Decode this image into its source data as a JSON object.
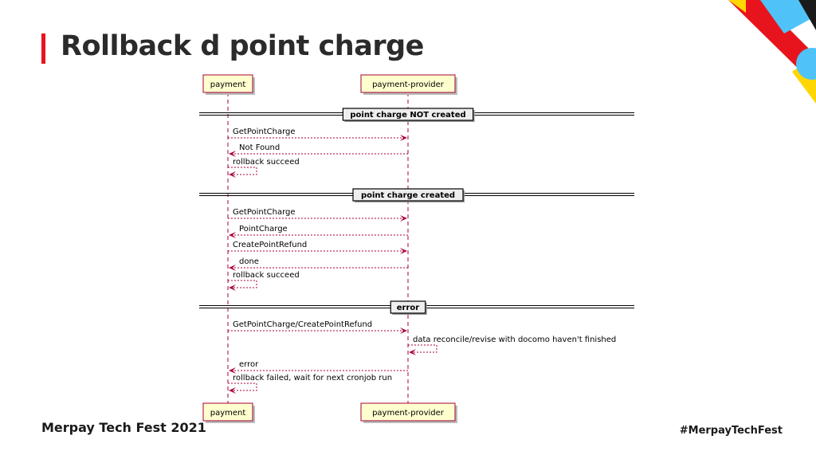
{
  "title": "Rollback d point charge",
  "footer": {
    "event": "Merpay Tech Fest  2021",
    "hashtag": "#MerpayTechFest"
  },
  "colors": {
    "accent_red": "#e8141d",
    "decor_blue": "#4fc3f7",
    "decor_yellow": "#ffd600",
    "arrow": "#a80036"
  },
  "participants": [
    {
      "id": "payment",
      "label": "payment"
    },
    {
      "id": "provider",
      "label": "payment-provider"
    }
  ],
  "groups": [
    {
      "label": "point charge NOT created"
    },
    {
      "label": "point charge created"
    },
    {
      "label": "error"
    }
  ],
  "messages": [
    {
      "from": "payment",
      "to": "provider",
      "label": "GetPointCharge",
      "group": 0
    },
    {
      "from": "provider",
      "to": "payment",
      "label": "Not Found",
      "group": 0
    },
    {
      "from": "payment",
      "to": "payment",
      "label": "rollback succeed",
      "group": 0
    },
    {
      "from": "payment",
      "to": "provider",
      "label": "GetPointCharge",
      "group": 1
    },
    {
      "from": "provider",
      "to": "payment",
      "label": "PointCharge",
      "group": 1
    },
    {
      "from": "payment",
      "to": "provider",
      "label": "CreatePointRefund",
      "group": 1
    },
    {
      "from": "provider",
      "to": "payment",
      "label": "done",
      "group": 1
    },
    {
      "from": "payment",
      "to": "payment",
      "label": "rollback succeed",
      "group": 1
    },
    {
      "from": "payment",
      "to": "provider",
      "label": "GetPointCharge/CreatePointRefund",
      "group": 2
    },
    {
      "from": "provider",
      "to": "provider",
      "label": "data reconcile/revise with docomo haven't finished",
      "group": 2
    },
    {
      "from": "provider",
      "to": "payment",
      "label": "error",
      "group": 2
    },
    {
      "from": "payment",
      "to": "payment",
      "label": "rollback failed, wait for next cronjob run",
      "group": 2
    }
  ]
}
